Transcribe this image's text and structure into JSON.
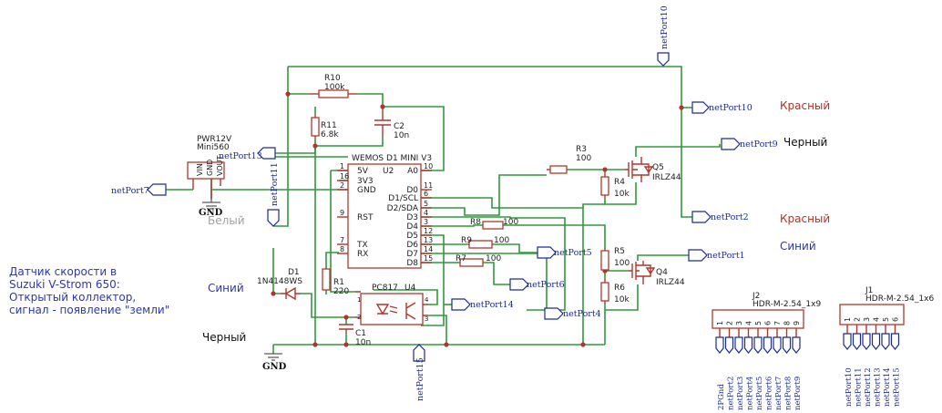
{
  "note_lines": [
    "Датчик скорости в",
    "Suzuki V-Strom 650:",
    "Открытый коллектор,",
    "сигнал - появление \"земли\""
  ],
  "wire_colors": {
    "red1": "Красный",
    "black1": "Черный",
    "red2": "Красный",
    "blue1": "Синий",
    "white": "Белый",
    "blue2": "Синий",
    "black2": "Черный"
  },
  "gnd_label": "GND",
  "pwr": {
    "name": "PWR12V",
    "value": "Mini560",
    "pins": [
      "VIN",
      "GND",
      "VOUT"
    ]
  },
  "parts": {
    "r10": {
      "name": "R10",
      "value": "100k"
    },
    "r11": {
      "name": "R11",
      "value": "6.8k"
    },
    "c2": {
      "name": "C2",
      "value": "10n"
    },
    "r3": {
      "name": "R3",
      "value": "100"
    },
    "r4": {
      "name": "R4",
      "value": "10k"
    },
    "r5": {
      "name": "R5",
      "value": "100"
    },
    "r6": {
      "name": "R6",
      "value": "10k"
    },
    "r8": {
      "name": "R8",
      "value": "100"
    },
    "r9": {
      "name": "R9",
      "value": "100"
    },
    "r7": {
      "name": "R7",
      "value": "100"
    },
    "r1": {
      "name": "R1",
      "value": "220"
    },
    "c1": {
      "name": "C1",
      "value": "10n"
    },
    "d1": {
      "name": "D1",
      "value": "1N4148WS"
    },
    "q5": {
      "name": "Q5",
      "value": "IRLZ44"
    },
    "q4": {
      "name": "Q4",
      "value": "IRLZ44"
    },
    "u4": {
      "name": "U4",
      "value": "PC817"
    }
  },
  "mcu": {
    "title": "WEMOS D1 MINI V3",
    "ref": "U2",
    "left": [
      {
        "num": "1",
        "name": "5V"
      },
      {
        "num": "16",
        "name": "3V3"
      },
      {
        "num": "2",
        "name": "GND"
      },
      {
        "num": "9",
        "name": "RST"
      },
      {
        "num": "7",
        "name": "TX"
      },
      {
        "num": "8",
        "name": "RX"
      }
    ],
    "right": [
      {
        "num": "10",
        "name": "A0"
      },
      {
        "num": "11",
        "name": "D0"
      },
      {
        "num": "6",
        "name": "D1/SCL"
      },
      {
        "num": "5",
        "name": "D2/SDA"
      },
      {
        "num": "4",
        "name": "D3"
      },
      {
        "num": "3",
        "name": "D4"
      },
      {
        "num": "12",
        "name": "D5"
      },
      {
        "num": "13",
        "name": "D6"
      },
      {
        "num": "14",
        "name": "D7"
      },
      {
        "num": "15",
        "name": "D8"
      }
    ]
  },
  "ports": {
    "p10top": "netPort10",
    "p10r": "netPort10",
    "p9": "netPort9",
    "p2": "netPort2",
    "p1": "netPort1",
    "p13": "netPort13",
    "p7": "netPort7",
    "p11": "netPort11",
    "p5": "netPort5",
    "p6": "netPort6",
    "p4": "netPort4",
    "p14": "netPort14",
    "p15": "netPort15"
  },
  "j2": {
    "name": "J2",
    "value": "HDR-M-2.54_1x9",
    "pins": [
      "1",
      "2",
      "3",
      "4",
      "5",
      "6",
      "7",
      "8",
      "9"
    ],
    "nets": [
      "2PGnd",
      "netPort2",
      "netPort3",
      "netPort4",
      "netPort5",
      "netPort6",
      "netPort7",
      "netPort8",
      "netPort9"
    ]
  },
  "j1": {
    "name": "J1",
    "value": "HDR-M-2.54_1x6",
    "pins": [
      "1",
      "2",
      "3",
      "4",
      "5",
      "6"
    ],
    "nets": [
      "netPort10",
      "netPort11",
      "netPort12",
      "netPort13",
      "netPort14",
      "netPort15"
    ]
  }
}
